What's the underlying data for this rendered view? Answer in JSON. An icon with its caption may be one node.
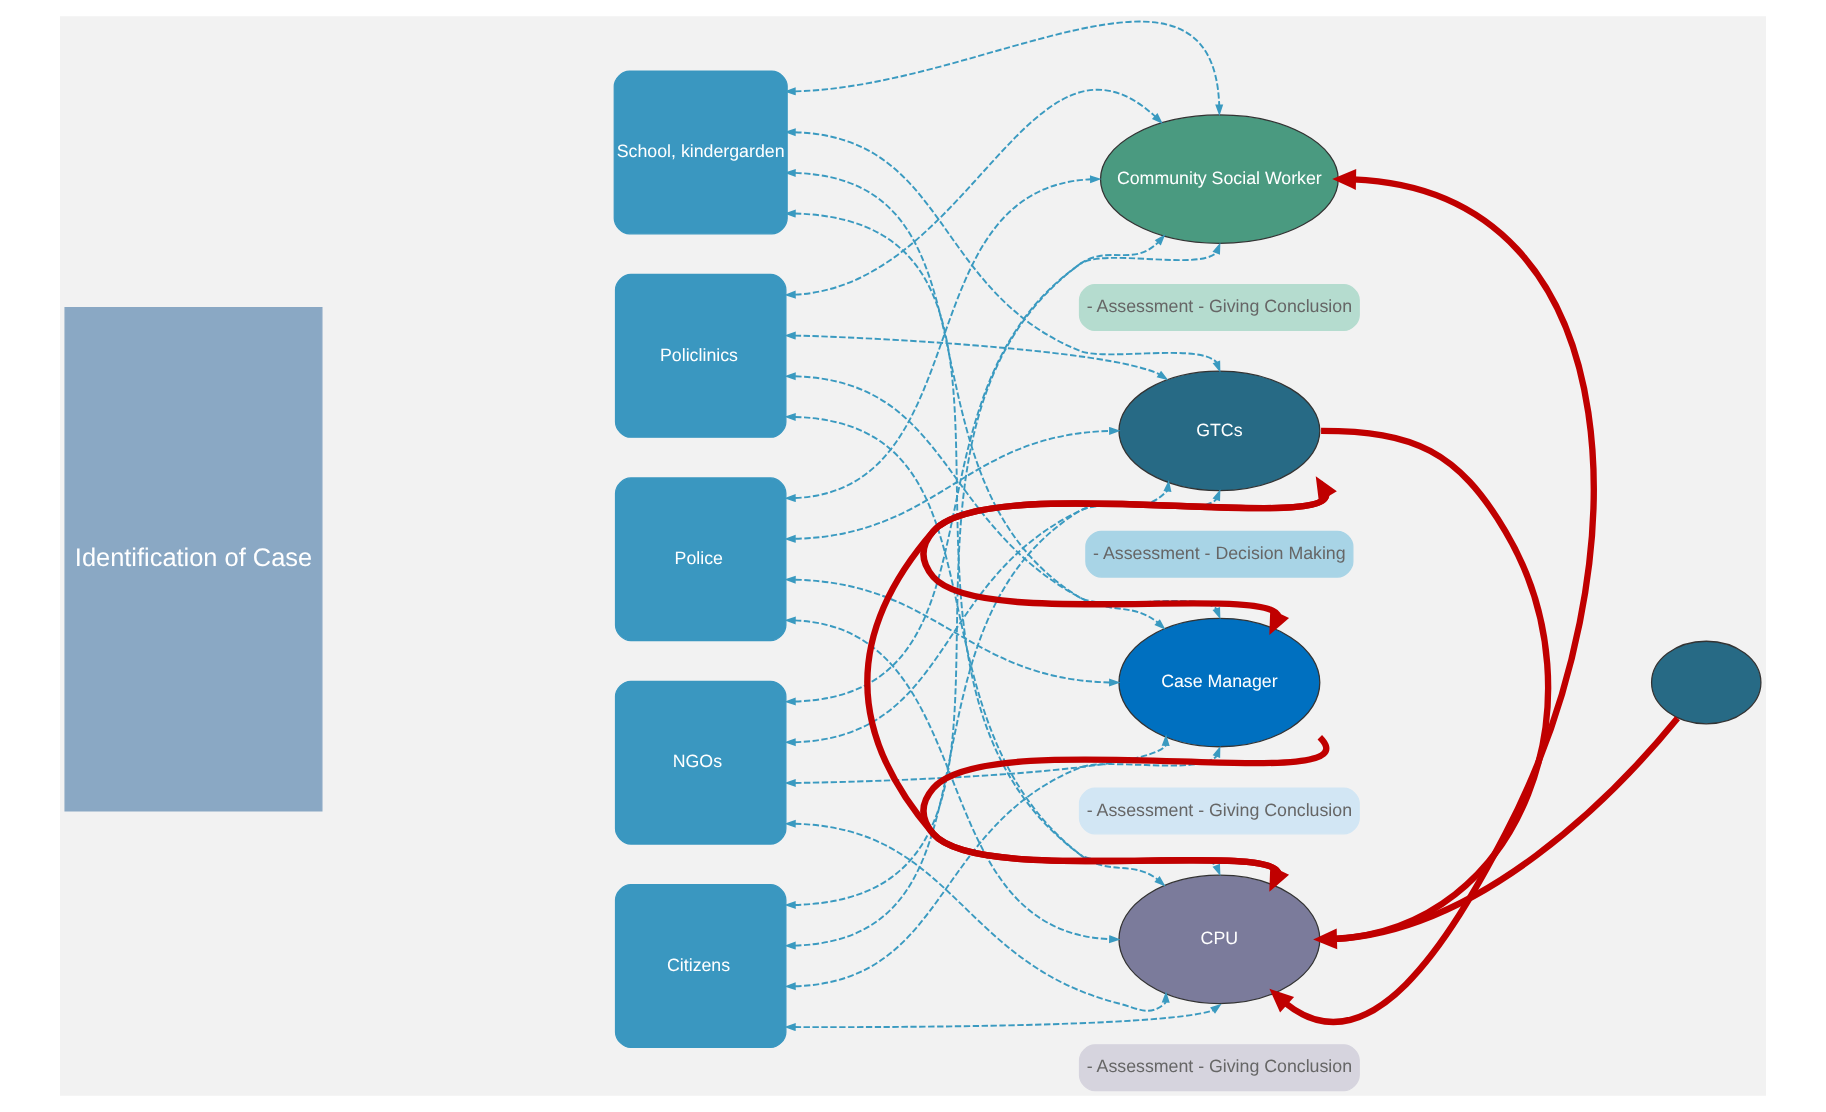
{
  "diagram": {
    "nodes": [
      {
        "text": [
          "Identification of Case"
        ]
      },
      {
        "text": [
          "School, kindergarden"
        ]
      },
      {
        "text": [
          "Policlinics"
        ]
      },
      {
        "text": [
          "Police"
        ]
      },
      {
        "text": [
          "NGOs"
        ]
      },
      {
        "text": [
          "Citizens"
        ]
      },
      {
        "text": [
          "Community Social Worker"
        ],
        "beside": [
          "- Assessment - Giving Conclusion"
        ]
      },
      {
        "text": [
          "GTCs"
        ],
        "beside": [
          "- Assessment - Decision Making"
        ]
      },
      {
        "text": [
          "Case Manager"
        ],
        "beside": [
          "- Assessment - Giving Conclusion"
        ]
      },
      {
        "text": [
          "CPU"
        ],
        "beside": [
          "- Assessment - Giving Conclusion"
        ]
      },
      {
        "text": [],
        "shape": "circle"
      }
    ],
    "edges": [
      {
        "from": 1,
        "to": 6,
        "arrow": "both",
        "style": "dashed"
      },
      {
        "from": 1,
        "to": 7,
        "arrow": "both",
        "style": "dashed"
      },
      {
        "from": 1,
        "to": 8,
        "arrow": "both",
        "style": "dashed"
      },
      {
        "from": 1,
        "to": 9,
        "arrow": "both",
        "style": "dashed"
      },
      {
        "from": 2,
        "to": 6,
        "arrow": "both",
        "style": "dashed"
      },
      {
        "from": 2,
        "to": 7,
        "arrow": "both",
        "style": "dashed"
      },
      {
        "from": 2,
        "to": 8,
        "arrow": "both",
        "style": "dashed"
      },
      {
        "from": 2,
        "to": 9,
        "arrow": "both",
        "style": "dashed"
      },
      {
        "from": 3,
        "to": 6,
        "arrow": "both",
        "style": "dashed"
      },
      {
        "from": 3,
        "to": 7,
        "arrow": "both",
        "style": "dashed"
      },
      {
        "from": 3,
        "to": 8,
        "arrow": "both",
        "style": "dashed"
      },
      {
        "from": 3,
        "to": 9,
        "arrow": "both",
        "style": "dashed"
      },
      {
        "from": 4,
        "to": 6,
        "arrow": "both",
        "style": "dashed"
      },
      {
        "from": 4,
        "to": 7,
        "arrow": "both",
        "style": "dashed"
      },
      {
        "from": 4,
        "to": 8,
        "arrow": "both",
        "style": "dashed"
      },
      {
        "from": 4,
        "to": 9,
        "arrow": "both",
        "style": "dashed"
      },
      {
        "from": 5,
        "to": 6,
        "arrow": "both",
        "style": "dashed"
      },
      {
        "from": 5,
        "to": 7,
        "arrow": "both",
        "style": "dashed"
      },
      {
        "from": 5,
        "to": 8,
        "arrow": "both",
        "style": "dashed"
      },
      {
        "from": 5,
        "to": 9,
        "arrow": "both",
        "style": "dashed"
      },
      {
        "from": 9,
        "to": 6,
        "arrow": "both",
        "style": "thick",
        "color": "#c00000"
      },
      {
        "from": 7,
        "to": 9,
        "arrow": "to",
        "style": "thick",
        "color": "#c00000"
      },
      {
        "from": 9,
        "to": 7,
        "arrow": "to",
        "style": "thick",
        "color": "#c00000"
      },
      {
        "from": 7,
        "to": 8,
        "arrow": "to",
        "style": "thick",
        "color": "#c00000"
      },
      {
        "from": 8,
        "to": 9,
        "arrow": "to",
        "style": "thick",
        "color": "#c00000"
      },
      {
        "from": 10,
        "to": 9,
        "arrow": "none",
        "style": "thick",
        "color": "#c00000"
      }
    ]
  }
}
